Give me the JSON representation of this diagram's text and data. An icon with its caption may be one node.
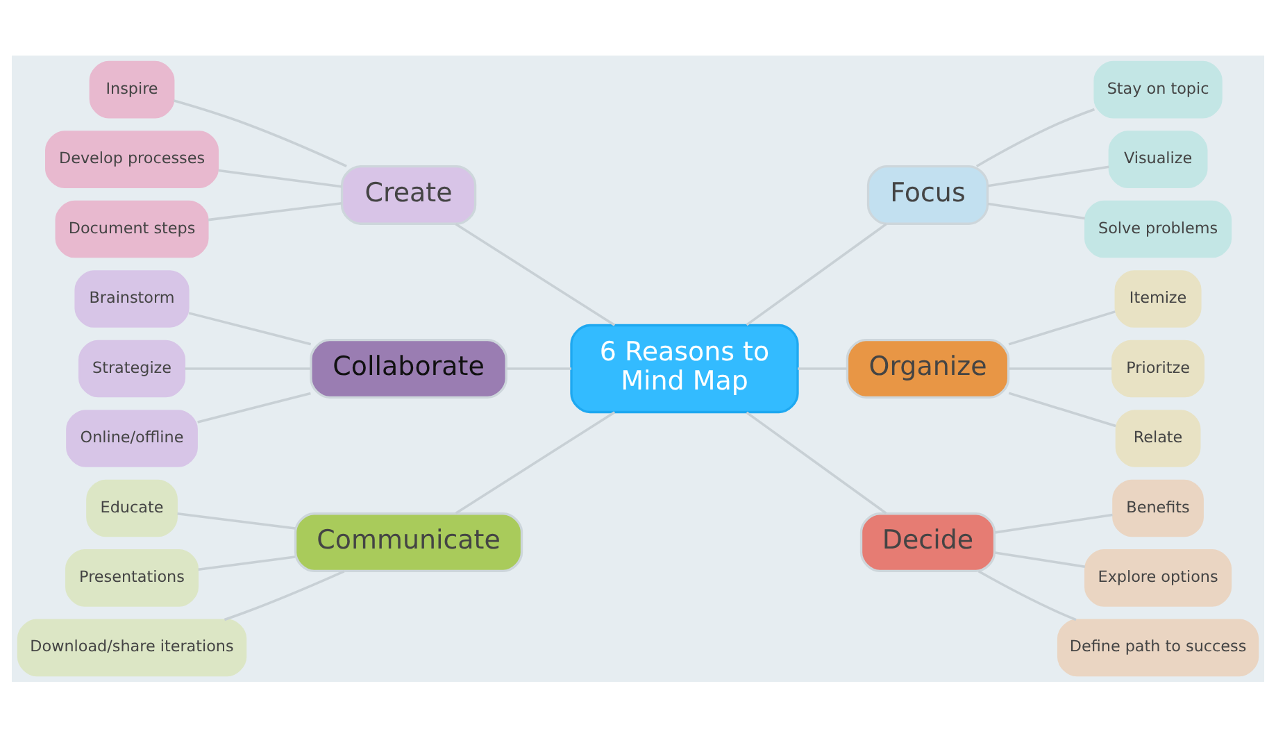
{
  "diagram": {
    "nodes": [
      {
        "text": [
          "6 Reasons to Mind Map"
        ]
      },
      {
        "text": [
          "Create"
        ]
      },
      {
        "text": [
          "Inspire"
        ]
      },
      {
        "text": [
          "Develop processes"
        ]
      },
      {
        "text": [
          "Document steps"
        ]
      },
      {
        "text": [
          "Focus"
        ]
      },
      {
        "text": [
          "Stay on topic"
        ]
      },
      {
        "text": [
          "Visualize"
        ]
      },
      {
        "text": [
          "Solve problems"
        ]
      },
      {
        "text": [
          "Collaborate"
        ]
      },
      {
        "text": [
          "Brainstorm"
        ]
      },
      {
        "text": [
          "Strategize"
        ]
      },
      {
        "text": [
          "Online/offline"
        ]
      },
      {
        "text": [
          "Organize"
        ]
      },
      {
        "text": [
          "Itemize"
        ]
      },
      {
        "text": [
          "Prioritze"
        ]
      },
      {
        "text": [
          "Relate"
        ]
      },
      {
        "text": [
          "Communicate"
        ]
      },
      {
        "text": [
          "Educate"
        ]
      },
      {
        "text": [
          "Presentations"
        ]
      },
      {
        "text": [
          "Download/share iterations"
        ]
      },
      {
        "text": [
          "Decide"
        ]
      },
      {
        "text": [
          "Benefits"
        ]
      },
      {
        "text": [
          "Explore options"
        ]
      },
      {
        "text": [
          "Define path to success"
        ]
      }
    ],
    "edges": [
      {
        "from": 1,
        "to": 0,
        "arrow": "none"
      },
      {
        "from": 2,
        "to": 1,
        "arrow": "none"
      },
      {
        "from": 3,
        "to": 1,
        "arrow": "none"
      },
      {
        "from": 4,
        "to": 1,
        "arrow": "none"
      },
      {
        "from": 0,
        "to": 5,
        "arrow": "none"
      },
      {
        "from": 5,
        "to": 6,
        "arrow": "none"
      },
      {
        "from": 5,
        "to": 7,
        "arrow": "none"
      },
      {
        "from": 5,
        "to": 8,
        "arrow": "none"
      },
      {
        "from": 9,
        "to": 0,
        "arrow": "none"
      },
      {
        "from": 10,
        "to": 9,
        "arrow": "none"
      },
      {
        "from": 11,
        "to": 9,
        "arrow": "none"
      },
      {
        "from": 12,
        "to": 9,
        "arrow": "none"
      },
      {
        "from": 0,
        "to": 13,
        "arrow": "none"
      },
      {
        "from": 13,
        "to": 14,
        "arrow": "none"
      },
      {
        "from": 13,
        "to": 15,
        "arrow": "none"
      },
      {
        "from": 13,
        "to": 16,
        "arrow": "none"
      },
      {
        "from": 17,
        "to": 0,
        "arrow": "none"
      },
      {
        "from": 18,
        "to": 17,
        "arrow": "none"
      },
      {
        "from": 19,
        "to": 17,
        "arrow": "none"
      },
      {
        "from": 20,
        "to": 17,
        "arrow": "none"
      },
      {
        "from": 0,
        "to": 21,
        "arrow": "none"
      },
      {
        "from": 21,
        "to": 22,
        "arrow": "none"
      },
      {
        "from": 21,
        "to": 23,
        "arrow": "none"
      },
      {
        "from": 21,
        "to": 24,
        "arrow": "none"
      }
    ]
  }
}
